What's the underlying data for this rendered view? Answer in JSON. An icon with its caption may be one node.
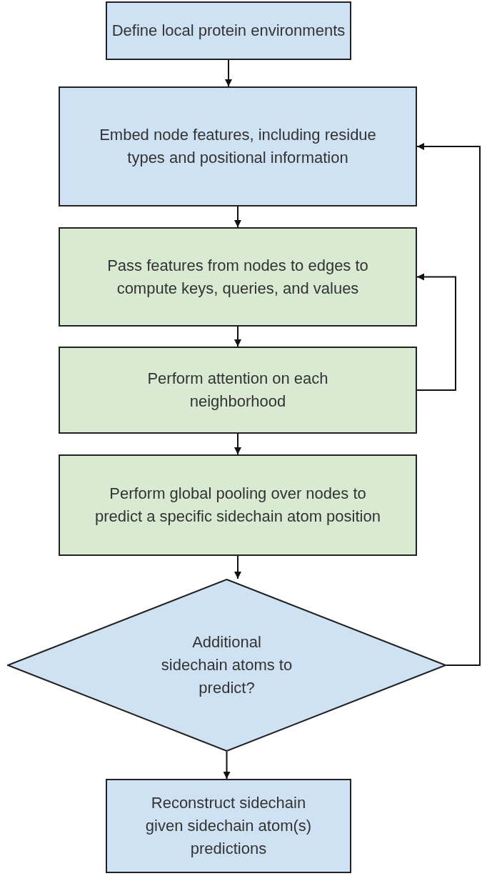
{
  "diagram": {
    "nodes": [
      {
        "text": [
          "Define local protein environments"
        ]
      },
      {
        "text": [
          "Embed node features, including residue types and positional information"
        ]
      },
      {
        "text": [
          "Pass features from nodes to edges to compute keys, queries, and values"
        ]
      },
      {
        "text": [
          "Perform attention on each neighborhood"
        ]
      },
      {
        "text": [
          "Perform global pooling over nodes to predict a specific sidechain atom position"
        ]
      },
      {
        "text": [
          "Additional sidechain atoms to predict?"
        ]
      },
      {
        "text": [
          "Reconstruct sidechain given sidechain atom(s) predictions"
        ]
      }
    ],
    "edges": [
      {
        "from": 0,
        "to": 1,
        "arrow": "to"
      },
      {
        "from": 1,
        "to": 2,
        "arrow": "to"
      },
      {
        "from": 2,
        "to": 3,
        "arrow": "to"
      },
      {
        "from": 3,
        "to": 2,
        "arrow": "to"
      },
      {
        "from": 3,
        "to": 4,
        "arrow": "to"
      },
      {
        "from": 4,
        "to": 5,
        "arrow": "to"
      },
      {
        "from": 5,
        "to": 6,
        "arrow": "to"
      },
      {
        "from": 5,
        "to": 1,
        "arrow": "to"
      }
    ]
  }
}
